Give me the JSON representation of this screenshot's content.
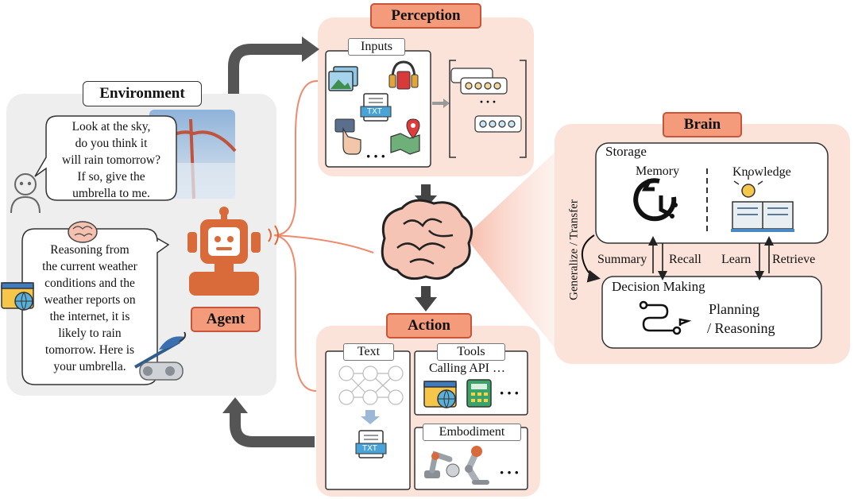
{
  "environment": {
    "title": "Environment",
    "user_message": [
      "Look at the sky,",
      "do you think it",
      "will rain tomorrow?",
      "If so, give the",
      "umbrella to me."
    ],
    "agent_message": [
      "Reasoning from",
      "the current weather",
      "conditions and the",
      "weather reports on",
      "the internet, it is",
      "likely to rain",
      "tomorrow. Here is",
      "your umbrella."
    ],
    "agent_label": "Agent"
  },
  "perception": {
    "title": "Perception",
    "inputs_label": "Inputs",
    "txt_label": "TXT",
    "ellipsis": "···"
  },
  "brain": {
    "title": "Brain",
    "storage_label": "Storage",
    "memory_label": "Memory",
    "knowledge_label": "Knowledge",
    "summary_label": "Summary",
    "recall_label": "Recall",
    "learn_label": "Learn",
    "retrieve_label": "Retrieve",
    "generalize_label": "Generalize / Transfer",
    "decision_label": "Decision Making",
    "planning_label": "Planning",
    "reasoning_label": "/ Reasoning"
  },
  "action": {
    "title": "Action",
    "text_label": "Text",
    "tools_label": "Tools",
    "calling_api_label": "Calling API …",
    "embodiment_label": "Embodiment",
    "txt_label": "TXT",
    "ellipsis": "···"
  },
  "colors": {
    "panel_pink": "#fbe3da",
    "panel_gray": "#eeeeee",
    "accent_orange": "#f39b7b",
    "accent_border": "#c8543a",
    "arrow_gray": "#555555"
  },
  "icons": [
    "person-icon",
    "brain-icon",
    "robot-agent-icon",
    "images-icon",
    "headphones-icon",
    "txt-document-icon",
    "tap-hand-icon",
    "map-pin-icon",
    "neural-network-icon",
    "web-globe-icon",
    "calculator-icon",
    "robot-arm-icon",
    "robot-leg-icon",
    "umbrella-icon",
    "memory-clock-icon",
    "knowledge-book-icon",
    "planning-path-icon"
  ]
}
